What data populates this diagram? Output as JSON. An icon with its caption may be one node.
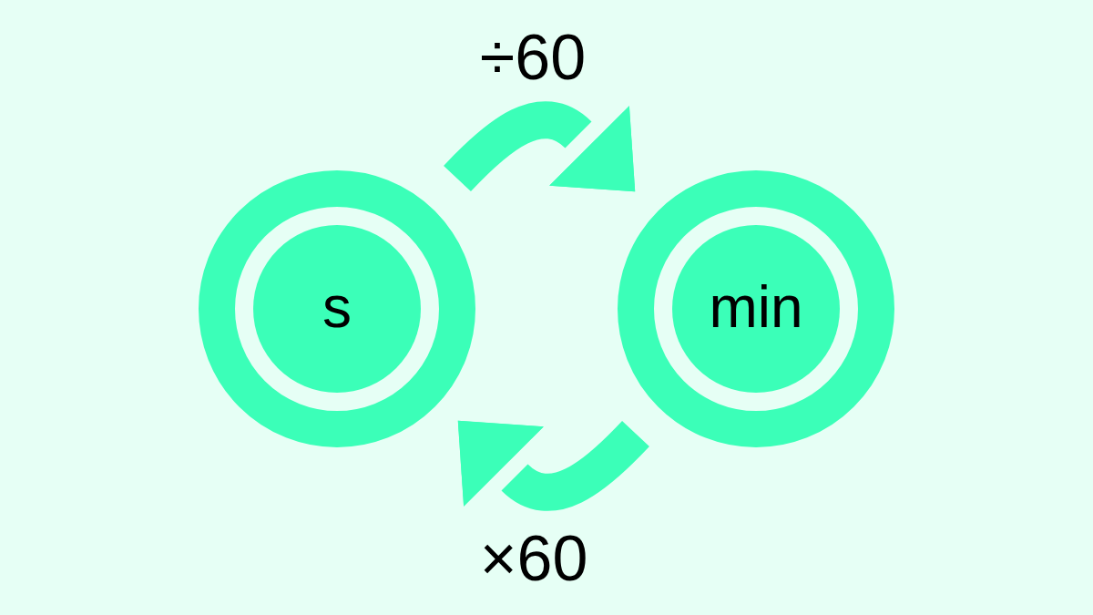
{
  "diagram": {
    "nodes": [
      {
        "text": [
          "s"
        ]
      },
      {
        "text": [
          "min"
        ]
      }
    ],
    "edges": [
      {
        "from": 0,
        "to": 1,
        "arrow": "to",
        "label": "÷60"
      },
      {
        "from": 1,
        "to": 0,
        "arrow": "to",
        "label": "×60"
      }
    ]
  }
}
